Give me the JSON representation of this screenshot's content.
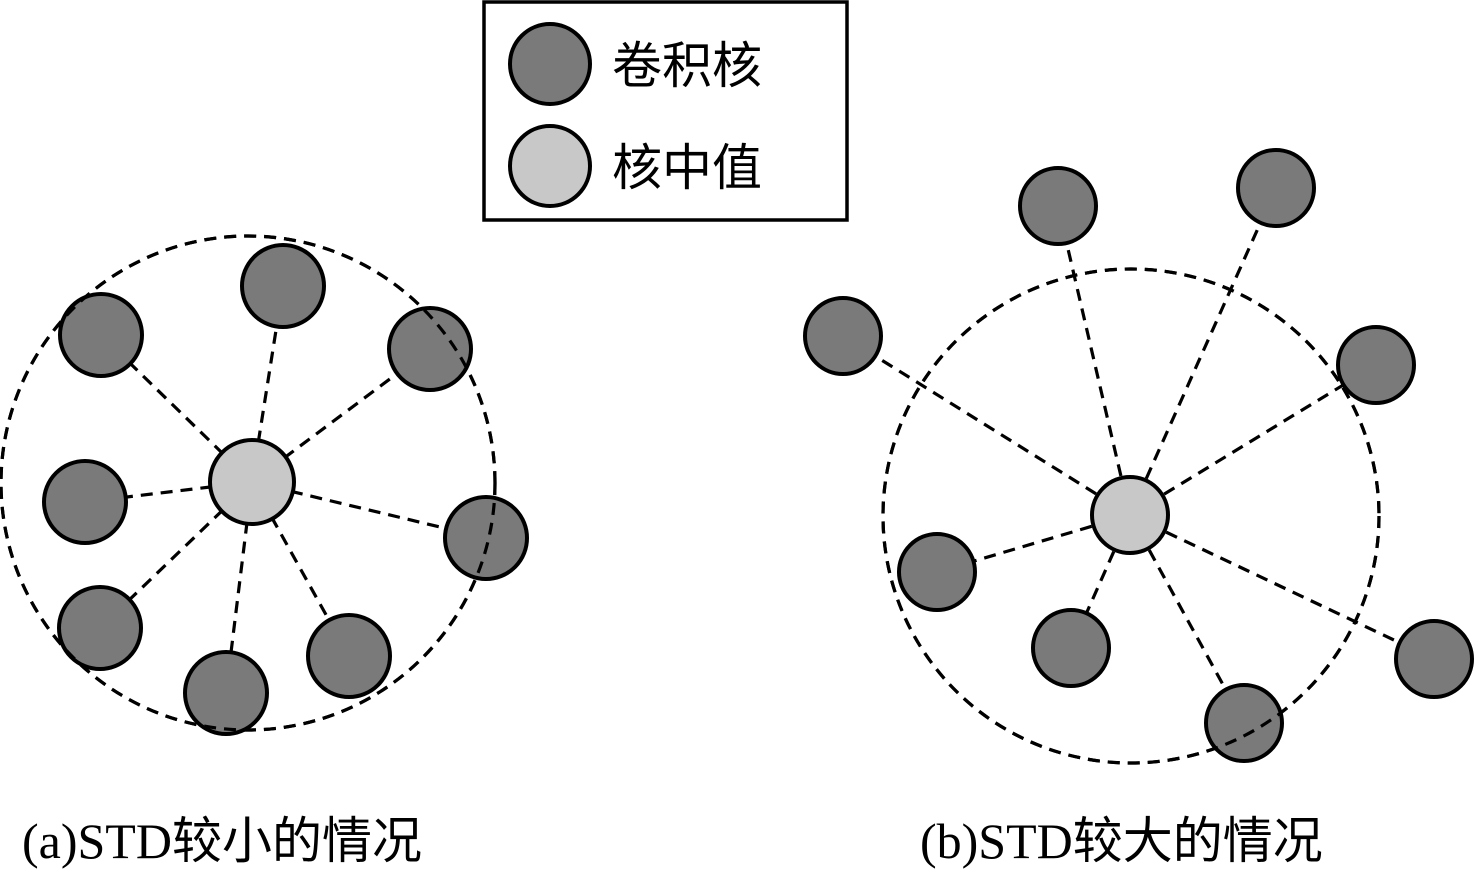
{
  "colors": {
    "kernel": "#7a7a7a",
    "median": "#c8c8c8",
    "line": "#000000",
    "background": "#ffffff"
  },
  "legend": {
    "kernel_label": "卷积核",
    "median_label": "核中值"
  },
  "panels": {
    "a": {
      "caption": "(a)STD较小的情况"
    },
    "b": {
      "caption": "(b)STD较大的情况"
    }
  }
}
